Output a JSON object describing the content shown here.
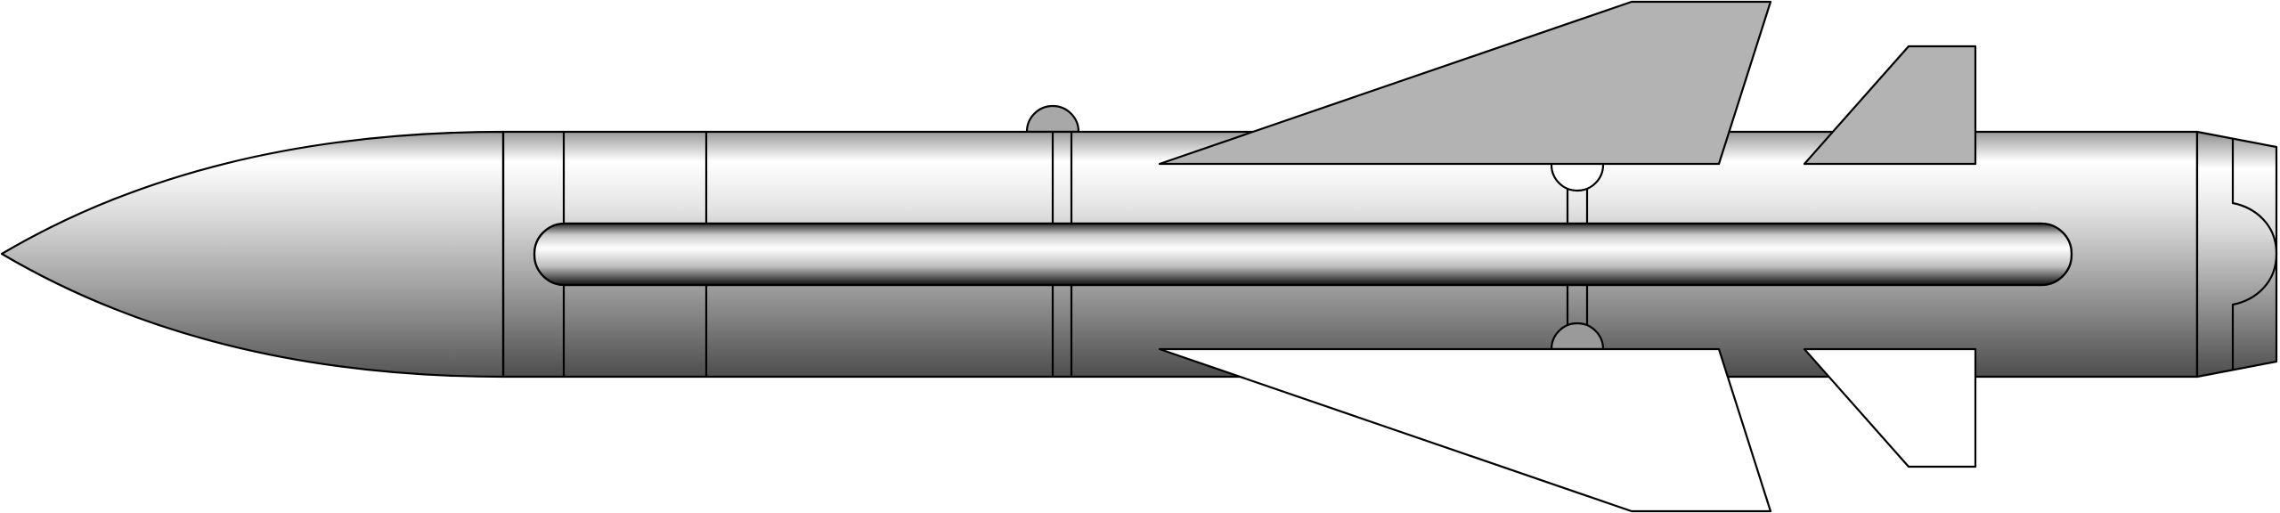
{
  "colors": {
    "background": "#ffffff",
    "outline": "#000000",
    "fin_upper": "#b3b3b3",
    "fin_lower": "#ffffff",
    "body_highlight": "#ffffff",
    "body_shadow": "#4d4d4d",
    "stripe_shadow": "#1a1a1a"
  },
  "parts": [
    "nose-cone",
    "body-tube",
    "raceway-conduit",
    "launch-lug",
    "main-wing-upper",
    "main-wing-lower",
    "tail-fin-upper",
    "tail-fin-lower",
    "tail-nozzle",
    "section-joints",
    "wing-hinges"
  ]
}
